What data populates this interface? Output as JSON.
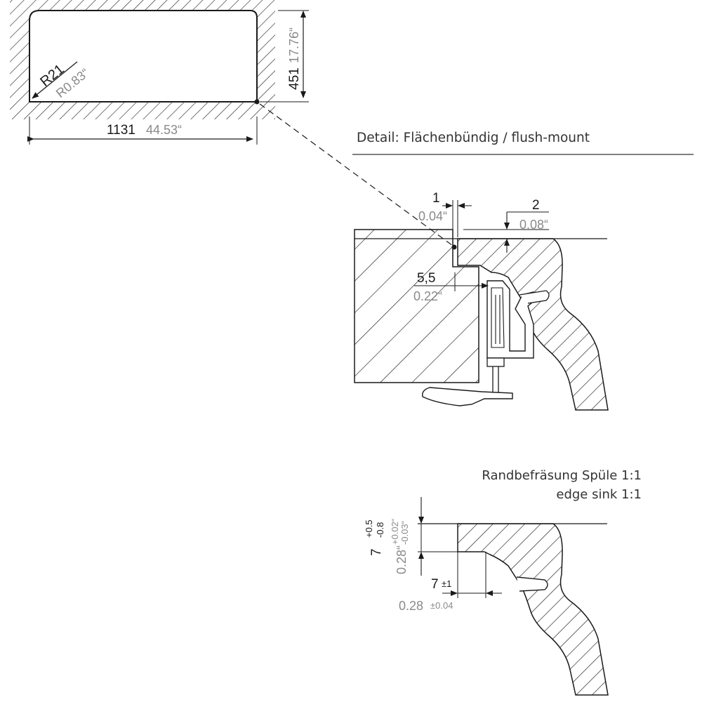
{
  "overview": {
    "radius_mm": "R21",
    "radius_in": "R0.83“",
    "width_mm": "1131",
    "width_in": "44.53“",
    "depth_mm": "451",
    "depth_in": "17.76“"
  },
  "detail_flush": {
    "heading": "Detail: Flächenbündig / flush-mount",
    "gap_mm": "1",
    "gap_in": "0.04“",
    "recess_mm": "2",
    "recess_in": "0.08“",
    "offset_mm": "5,5",
    "offset_in": "0.22“"
  },
  "detail_edge": {
    "heading_de": "Randbefräsung Spüle 1:1",
    "heading_en": "edge sink 1:1",
    "depth_mm": "7",
    "depth_tol_plus_mm": "+0.5",
    "depth_tol_minus_mm": "-0.8",
    "depth_in": "0.28“",
    "depth_tol_plus_in": "+0.02“",
    "depth_tol_minus_in": "-0.03“",
    "width_mm": "7",
    "width_tol_mm": "±1",
    "width_in": "0.28",
    "width_tol_in": "±0.04"
  },
  "colors": {
    "line": "#1a1a1a",
    "dimension_grey": "#8a8a8a"
  }
}
